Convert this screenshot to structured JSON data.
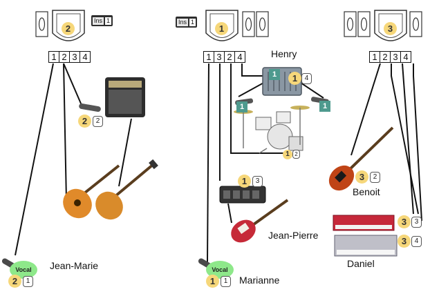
{
  "musicians": [
    {
      "name": "Jean-Marie"
    },
    {
      "name": "Henry"
    },
    {
      "name": "Marianne"
    },
    {
      "name": "Jean-Pierre"
    },
    {
      "name": "Benoit"
    },
    {
      "name": "Daniel"
    }
  ],
  "monitors": [
    {
      "number": "2"
    },
    {
      "number": "1"
    },
    {
      "number": "3"
    }
  ],
  "channel_strips": [
    {
      "channels": [
        "1",
        "2",
        "3",
        "4"
      ]
    },
    {
      "channels": [
        "1",
        "3",
        "2",
        "4"
      ]
    },
    {
      "channels": [
        "1",
        "2",
        "3",
        "4"
      ]
    }
  ],
  "ins_boxes": [
    {
      "label": "Ins",
      "number": "1"
    },
    {
      "label": "Ins",
      "number": "1"
    }
  ],
  "vocals": [
    {
      "label": "Vocal",
      "monitor": "2",
      "channel": "1"
    },
    {
      "label": "Vocal",
      "monitor": "1",
      "channel": "1"
    }
  ],
  "badges": {
    "jm_mic": {
      "monitor": "2",
      "channel": "2"
    },
    "mixer": {
      "block": "1",
      "monitor": "1",
      "channel": "4"
    },
    "drum_mic_left": "1",
    "drum_mic_right": "1",
    "drums": {
      "monitor": "1",
      "channel": "2"
    },
    "pedalboard": {
      "monitor": "1",
      "channel": "3"
    },
    "bass": {
      "monitor": "3",
      "channel": "2"
    },
    "keyboard_top": {
      "monitor": "3",
      "channel": "3"
    },
    "keyboard_bottom": {
      "monitor": "3",
      "channel": "4"
    }
  },
  "colors": {
    "badge": "#f6d77a",
    "vocal": "#8ee88a",
    "teal": "#4e9a8e",
    "line": "#111111"
  }
}
